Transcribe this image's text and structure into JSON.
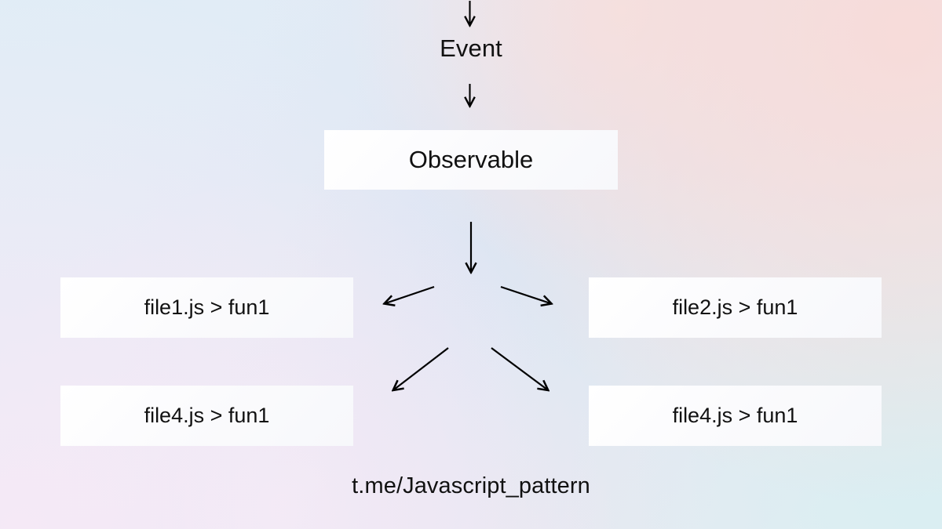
{
  "diagram": {
    "title_node": "Event",
    "source_node": "Observable",
    "footer": "t.me/Javascript_pattern",
    "subscribers": [
      {
        "label": "file1.js > fun1"
      },
      {
        "label": "file2.js > fun1"
      },
      {
        "label": "file4.js > fun1"
      },
      {
        "label": "file4.js > fun1"
      }
    ],
    "arrows": [
      {
        "name": "arrow-into-event",
        "direction": "down"
      },
      {
        "name": "arrow-event-to-observable",
        "direction": "down"
      },
      {
        "name": "arrow-observable-fanout",
        "direction": "down"
      },
      {
        "name": "arrow-fanout-upper-left",
        "direction": "down-left"
      },
      {
        "name": "arrow-fanout-upper-right",
        "direction": "down-right"
      },
      {
        "name": "arrow-fanout-lower-left",
        "direction": "down-left"
      },
      {
        "name": "arrow-fanout-lower-right",
        "direction": "down-right"
      }
    ],
    "colors": {
      "text": "#111111",
      "box_fill": "#fbfbfd",
      "arrow": "#000000",
      "bg_top_left": "#e0edf6",
      "bg_top_right": "#f8dbd8",
      "bg_bottom_left": "#f6e9f6",
      "bg_bottom_right": "#d9eef2",
      "bg_center": "#dee5f3"
    }
  }
}
